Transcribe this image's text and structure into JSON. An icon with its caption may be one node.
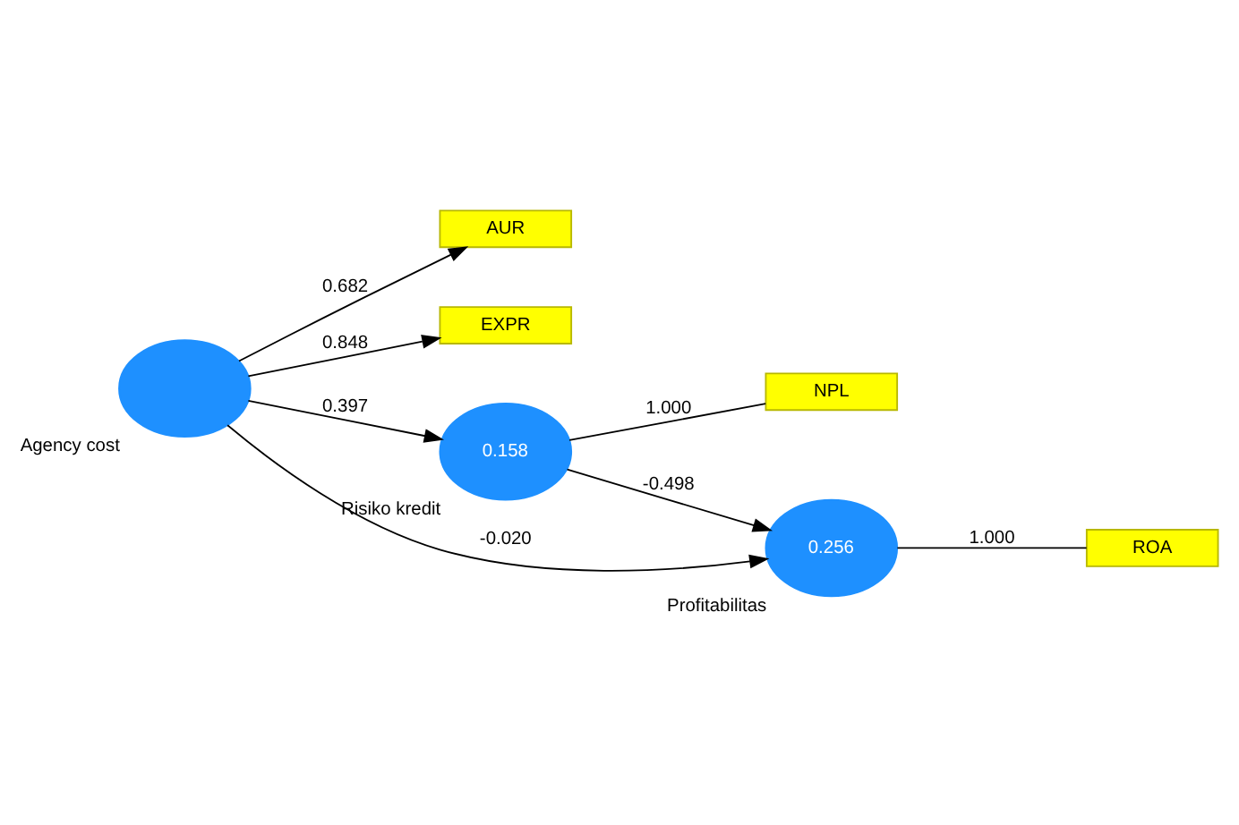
{
  "diagram": {
    "nodes": [
      {
        "text": [
          "NPL"
        ]
      },
      {
        "text": [
          "AUR"
        ]
      },
      {
        "text": [
          "EXPR"
        ]
      },
      {
        "text": [],
        "shape": "circle",
        "beside": [
          "Agency cost"
        ]
      },
      {
        "text": [
          "0.158"
        ],
        "beside": [
          "Risiko kredit"
        ]
      },
      {
        "text": [
          "0.256"
        ],
        "beside": [
          "Profitabilitas"
        ]
      },
      {
        "text": [
          "ROA"
        ]
      }
    ],
    "edges": [
      {
        "from": 3,
        "to": 1,
        "arrow": "to",
        "label": "0.682"
      },
      {
        "from": 3,
        "to": 2,
        "arrow": "to",
        "label": "0.848"
      },
      {
        "from": 3,
        "to": 4,
        "arrow": "to",
        "label": "0.397"
      },
      {
        "from": 3,
        "to": 5,
        "arrow": "to",
        "label": "-0.020"
      },
      {
        "from": 4,
        "to": 5,
        "arrow": "to",
        "label": "-0.498"
      },
      {
        "from": 4,
        "to": 0,
        "arrow": "none",
        "label": "1.000"
      },
      {
        "from": 5,
        "to": 6,
        "arrow": "none",
        "label": "1.000"
      }
    ]
  }
}
